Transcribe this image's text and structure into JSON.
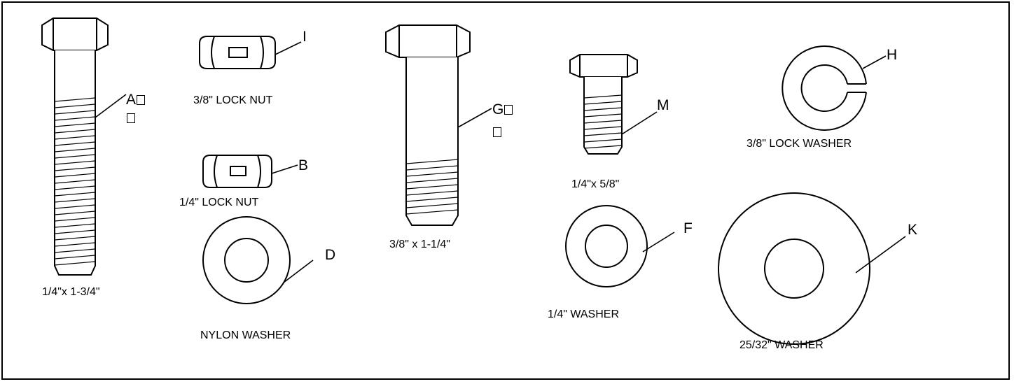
{
  "captions": {
    "bolt_a": "1/4\"x 1-3/4\"",
    "nut_i": "3/8\" LOCK NUT",
    "nut_b": "1/4\" LOCK NUT",
    "washer_d": "NYLON WASHER",
    "bolt_g": "3/8\" x 1-1/4\"",
    "bolt_m": "1/4\"x 5/8\"",
    "washer_f": "1/4\" WASHER",
    "washer_h": "3/8\" LOCK WASHER",
    "washer_k": "25/32\"  WASHER"
  },
  "letters": {
    "a": "A",
    "i": "I",
    "b": "B",
    "d": "D",
    "g": "G",
    "m": "M",
    "f": "F",
    "h": "H",
    "k": "K"
  },
  "colors": {
    "line": "#000000",
    "background": "#ffffff"
  }
}
